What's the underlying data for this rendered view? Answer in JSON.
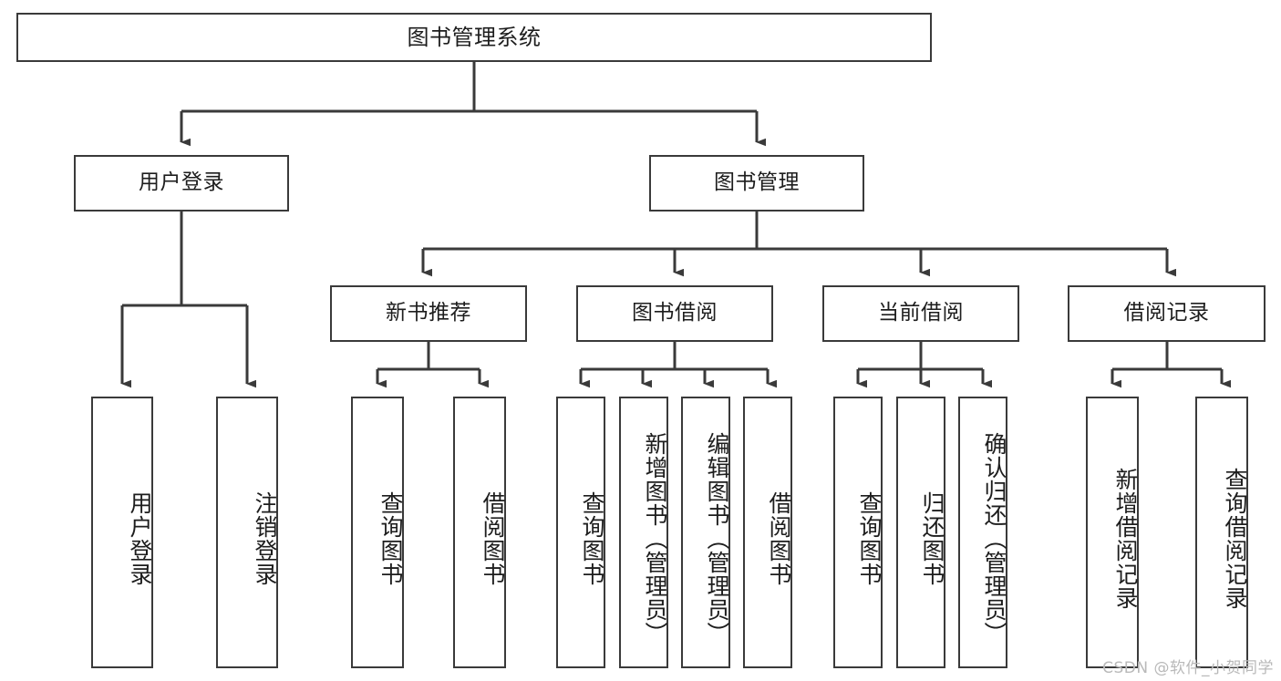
{
  "diagram": {
    "title": "图书管理系统",
    "root": {
      "id": "root",
      "label": "图书管理系统"
    },
    "level2": [
      {
        "id": "user-login",
        "label": "用户登录"
      },
      {
        "id": "book-manage",
        "label": "图书管理"
      }
    ],
    "level3": [
      {
        "id": "new-book-recommend",
        "label": "新书推荐",
        "parent": "book-manage"
      },
      {
        "id": "book-borrow",
        "label": "图书借阅",
        "parent": "book-manage"
      },
      {
        "id": "current-borrow",
        "label": "当前借阅",
        "parent": "book-manage"
      },
      {
        "id": "borrow-record",
        "label": "借阅记录",
        "parent": "book-manage"
      }
    ],
    "leaves": [
      {
        "id": "leaf-user-login",
        "label": "用户登录",
        "parent": "user-login"
      },
      {
        "id": "leaf-user-logout",
        "label": "注销登录",
        "parent": "user-login"
      },
      {
        "id": "leaf-query-book-1",
        "label": "查询图书",
        "parent": "new-book-recommend"
      },
      {
        "id": "leaf-borrow-book-1",
        "label": "借阅图书",
        "parent": "new-book-recommend"
      },
      {
        "id": "leaf-query-book-2",
        "label": "查询图书",
        "parent": "book-borrow"
      },
      {
        "id": "leaf-add-book",
        "label": "新增图书（管理员）",
        "parent": "book-borrow"
      },
      {
        "id": "leaf-edit-book",
        "label": "编辑图书（管理员）",
        "parent": "book-borrow"
      },
      {
        "id": "leaf-borrow-book-2",
        "label": "借阅图书",
        "parent": "book-borrow"
      },
      {
        "id": "leaf-query-book-3",
        "label": "查询图书",
        "parent": "current-borrow"
      },
      {
        "id": "leaf-return-book",
        "label": "归还图书",
        "parent": "current-borrow"
      },
      {
        "id": "leaf-confirm-return",
        "label": "确认归还（管理员）",
        "parent": "current-borrow"
      },
      {
        "id": "leaf-add-record",
        "label": "新增借阅记录",
        "parent": "borrow-record"
      },
      {
        "id": "leaf-query-record",
        "label": "查询借阅记录",
        "parent": "borrow-record"
      }
    ],
    "watermark": "CSDN @软件_小贺同学",
    "colors": {
      "stroke": "#3a3a3a",
      "background": "#ffffff",
      "text": "#1d1d1d",
      "watermark": "#b9b9b9"
    }
  }
}
